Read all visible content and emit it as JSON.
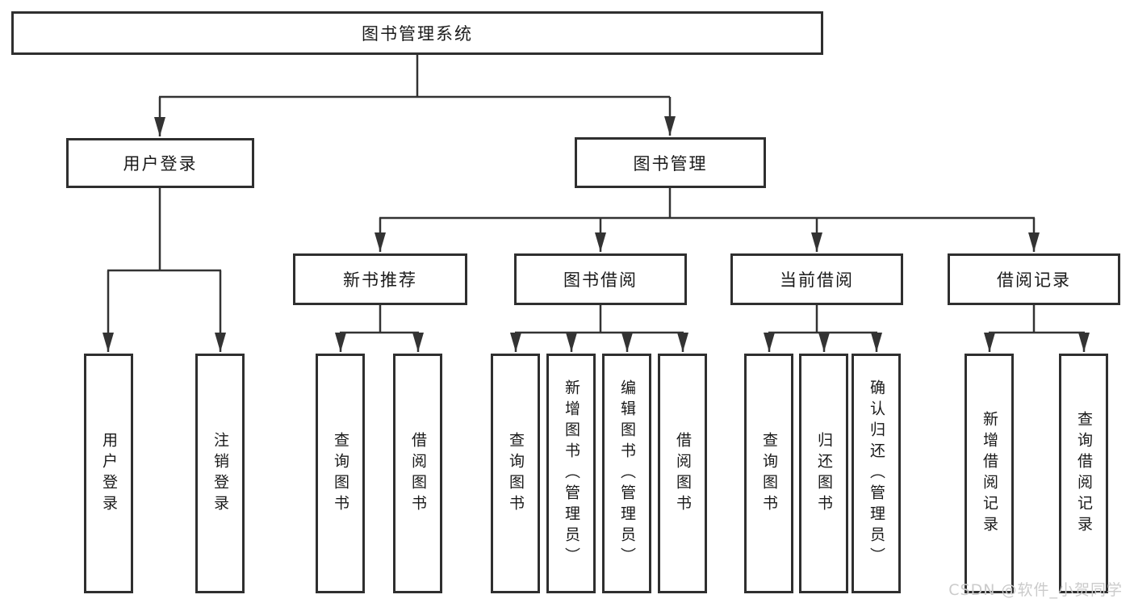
{
  "diagram": {
    "title": "图书管理系统",
    "watermark": "CSDN @软件_小贺同学",
    "colors": {
      "background": "#ffffff",
      "line": "#333333",
      "box_border": "#2f2f2f",
      "text": "#1a1a1a",
      "watermark_text": "#cbcbcb"
    },
    "tree": {
      "label": "图书管理系统",
      "children": [
        {
          "label": "用户登录",
          "children": [
            {
              "label": "用户登录"
            },
            {
              "label": "注销登录"
            }
          ]
        },
        {
          "label": "图书管理",
          "children": [
            {
              "label": "新书推荐",
              "children": [
                {
                  "label": "查询图书"
                },
                {
                  "label": "借阅图书"
                }
              ]
            },
            {
              "label": "图书借阅",
              "children": [
                {
                  "label": "查询图书"
                },
                {
                  "label": "新增图书（管理员）"
                },
                {
                  "label": "编辑图书（管理员）"
                },
                {
                  "label": "借阅图书"
                }
              ]
            },
            {
              "label": "当前借阅",
              "children": [
                {
                  "label": "查询图书"
                },
                {
                  "label": "归还图书"
                },
                {
                  "label": "确认归还（管理员）"
                }
              ]
            },
            {
              "label": "借阅记录",
              "children": [
                {
                  "label": "新增借阅记录"
                },
                {
                  "label": "查询借阅记录"
                }
              ]
            }
          ]
        }
      ]
    }
  }
}
